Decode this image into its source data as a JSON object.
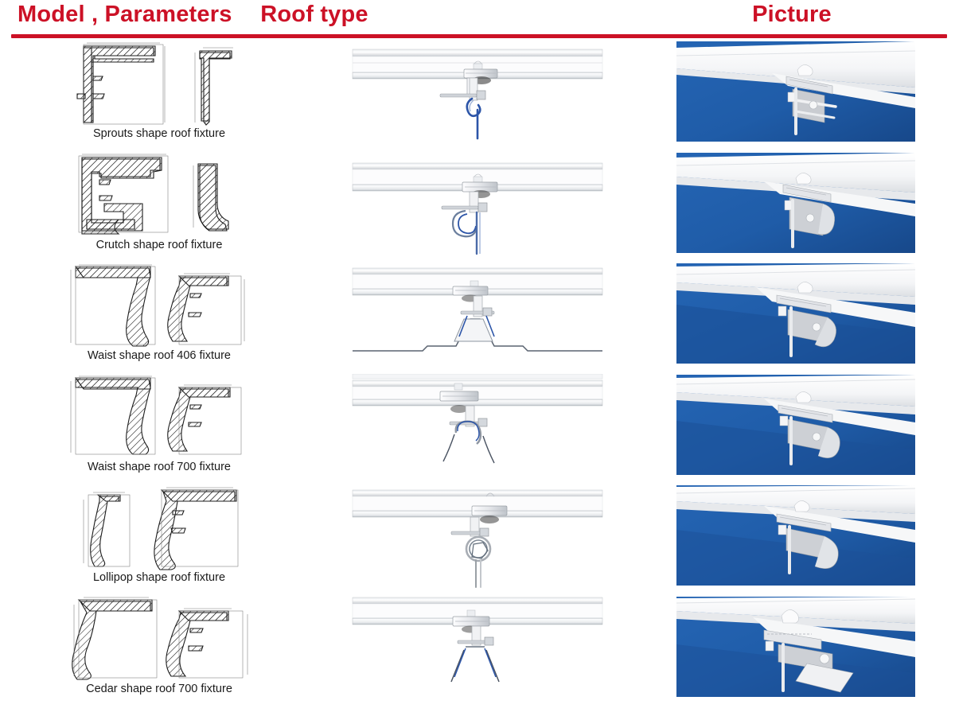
{
  "header": {
    "columns": [
      {
        "label": "Model , Parameters",
        "name": "column-header-model-parameters"
      },
      {
        "label": "Roof type",
        "name": "column-header-roof-type"
      },
      {
        "label": "Picture",
        "name": "column-header-picture"
      }
    ],
    "accent_color": "#CC1126",
    "rule_color": "#CC1126"
  },
  "colors": {
    "header_red": "#CC1126",
    "picture_blue": "#2060AE",
    "picture_blue_dark": "#17488A",
    "metal_light": "#F2F3F5",
    "metal_mid": "#D8DBDF",
    "metal_shadow": "#ADB2B8",
    "drawing_line": "#1C1C1C",
    "label_text": "#1A1A1A",
    "clip_blue": "#2C55A8"
  },
  "rows": [
    {
      "id": "row-1",
      "model_label": "Sprouts shape roof fixture",
      "drawing_name": "sprouts-shape-cross-section-drawing",
      "roof_type_name": "sprouts-shape-roof-type-illustration",
      "roof_profile": "flat-seam-with-hook",
      "picture_name": "sprouts-shape-fixture-photo"
    },
    {
      "id": "row-2",
      "model_label": "Crutch shape roof fixture",
      "drawing_name": "crutch-shape-cross-section-drawing",
      "roof_type_name": "crutch-shape-roof-type-illustration",
      "roof_profile": "crutch-seam-with-loop",
      "picture_name": "crutch-shape-fixture-photo"
    },
    {
      "id": "row-3",
      "model_label": "Waist shape roof 406 fixture",
      "drawing_name": "waist-shape-406-cross-section-drawing",
      "roof_type_name": "waist-shape-406-roof-type-illustration",
      "roof_profile": "trapezoid-standing-seam",
      "picture_name": "waist-shape-406-fixture-photo"
    },
    {
      "id": "row-4",
      "model_label": "Waist shape roof 700 fixture",
      "drawing_name": "waist-shape-700-cross-section-drawing",
      "roof_type_name": "waist-shape-700-roof-type-illustration",
      "roof_profile": "rounded-dome-seam",
      "picture_name": "waist-shape-700-fixture-photo"
    },
    {
      "id": "row-5",
      "model_label": "Lollipop shape roof fixture",
      "drawing_name": "lollipop-shape-cross-section-drawing",
      "roof_type_name": "lollipop-shape-roof-type-illustration",
      "roof_profile": "circular-lollipop-seam",
      "picture_name": "lollipop-shape-fixture-photo"
    },
    {
      "id": "row-6",
      "model_label": "Cedar shape roof 700 fixture",
      "drawing_name": "cedar-shape-700-cross-section-drawing",
      "roof_type_name": "cedar-shape-700-roof-type-illustration",
      "roof_profile": "cedar-wide-trapezoid-seam",
      "picture_name": "cedar-shape-700-fixture-photo"
    }
  ]
}
